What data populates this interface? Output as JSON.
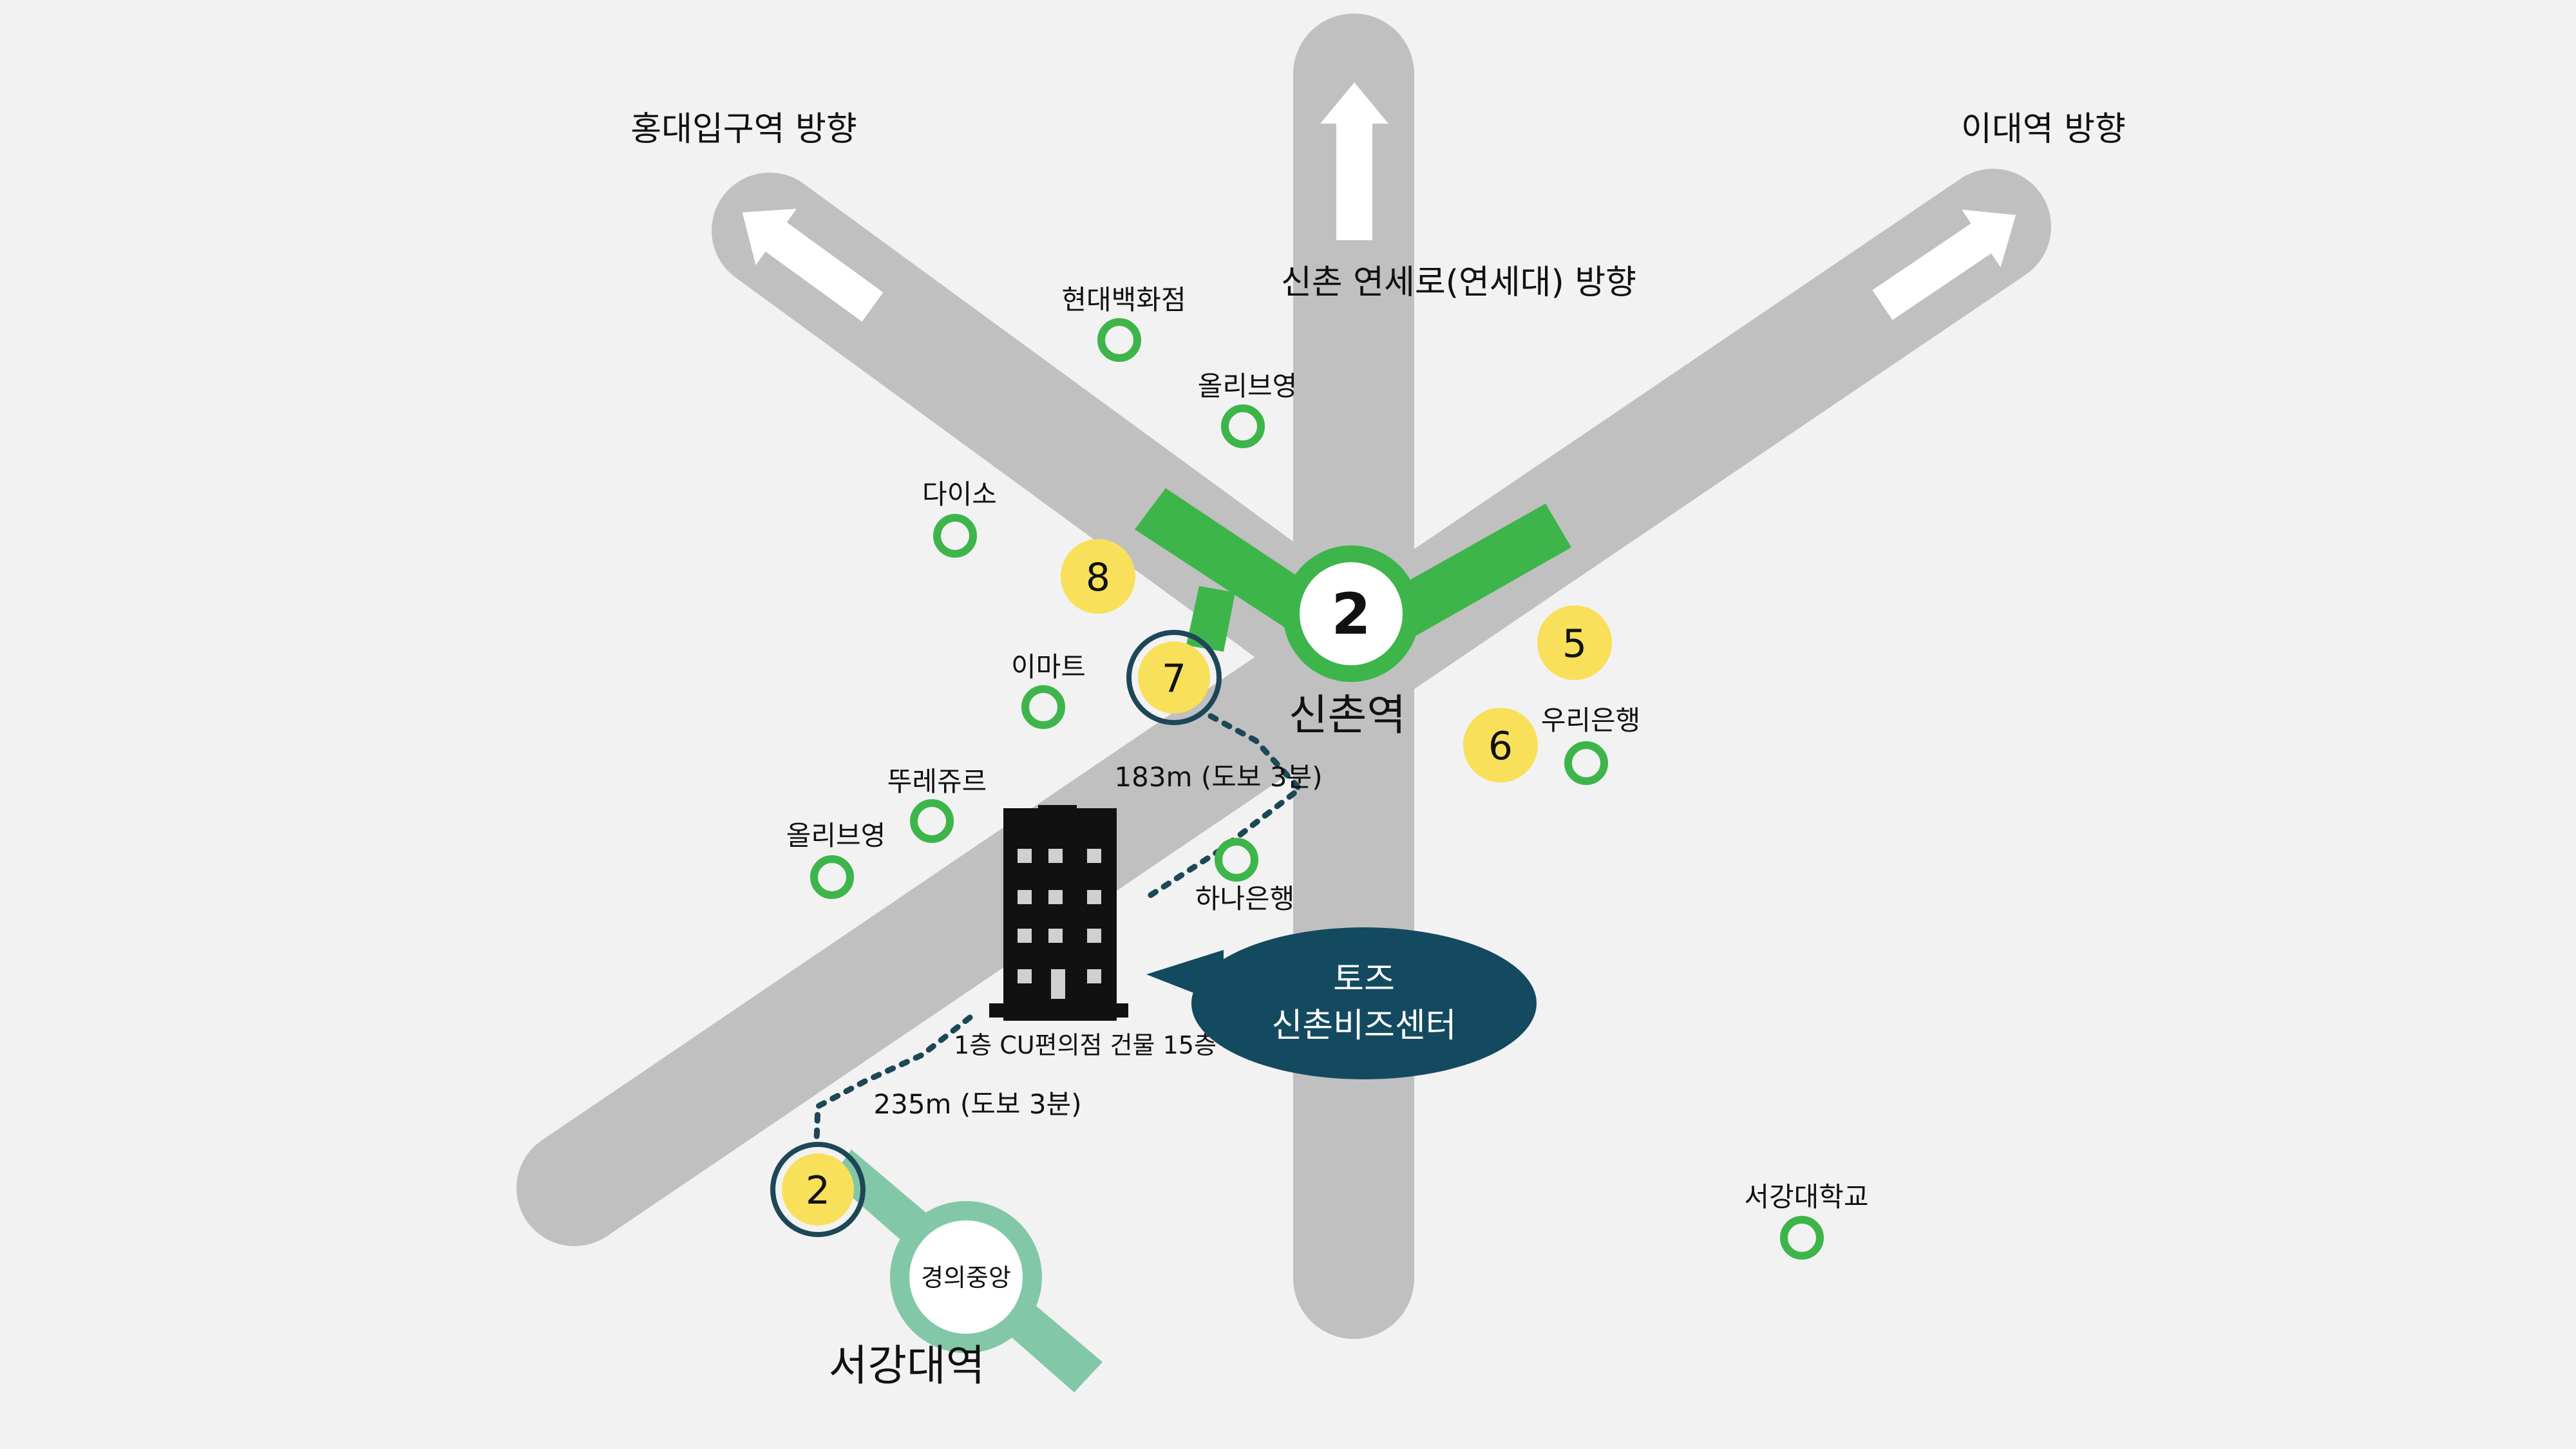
{
  "directions": {
    "hongdae": "홍대입구역 방향",
    "sinchon_yonsei": "신촌 연세로(연세대) 방향",
    "idae": "이대역 방향"
  },
  "stations": {
    "sinchon": {
      "name": "신촌역",
      "line_number": "2",
      "color": "#3db54a"
    },
    "seogang": {
      "name": "서강대역",
      "line_label": "경의중앙",
      "color": "#82c8a8"
    }
  },
  "exits": {
    "sinchon_8": "8",
    "sinchon_7": "7",
    "sinchon_5": "5",
    "sinchon_6": "6",
    "seogang_2": "2"
  },
  "pois": {
    "hyundai": "현대백화점",
    "oliveyoung_north": "올리브영",
    "daiso": "다이소",
    "emart": "이마트",
    "tous": "뚜레쥬르",
    "oliveyoung_south": "올리브영",
    "woori": "우리은행",
    "hana": "하나은행",
    "sogang_univ": "서강대학교"
  },
  "routes": {
    "to_sinchon": "183m (도보 3분)",
    "to_seogang": "235m (도보 3분)"
  },
  "building": {
    "caption": "1층 CU편의점 건물 15층",
    "callout_line1": "토즈",
    "callout_line2": "신촌비즈센터"
  },
  "colors": {
    "background": "#f2f2f2",
    "road": "#c0c0c0",
    "poi_ring": "#3db54a",
    "exit_badge": "#f8e05a",
    "highlight_ring": "#1d4757",
    "callout": "#134a60",
    "building": "#111111"
  }
}
